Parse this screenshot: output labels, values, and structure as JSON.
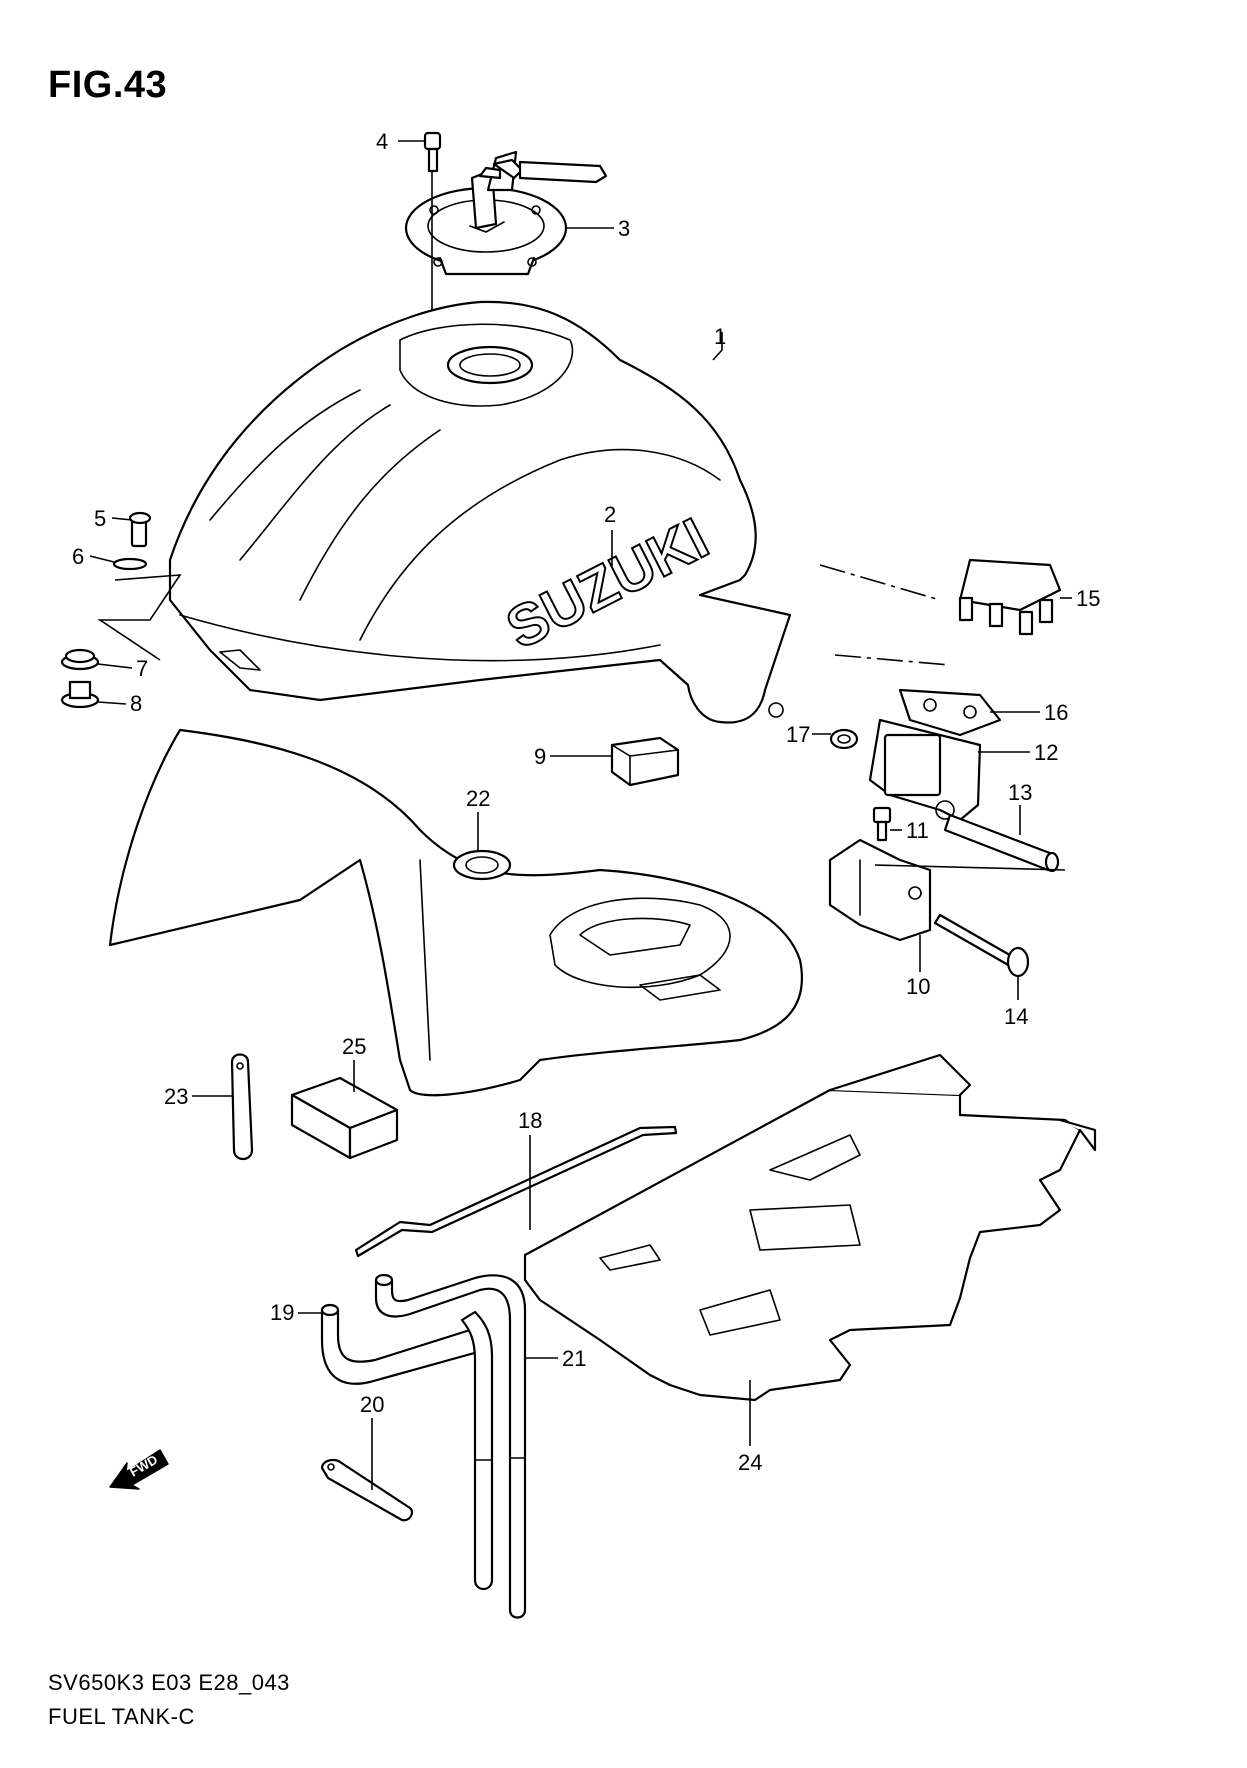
{
  "title": "FIG.43",
  "footer": {
    "model_code": "SV650K3 E03 E28_043",
    "name": "FUEL TANK-C"
  },
  "brand_text": "SUZUKI",
  "fwd_label": "FWD",
  "callouts": [
    "1",
    "2",
    "3",
    "4",
    "5",
    "6",
    "7",
    "8",
    "9",
    "10",
    "11",
    "12",
    "13",
    "14",
    "15",
    "16",
    "17",
    "18",
    "19",
    "20",
    "21",
    "22",
    "23",
    "24",
    "25"
  ]
}
